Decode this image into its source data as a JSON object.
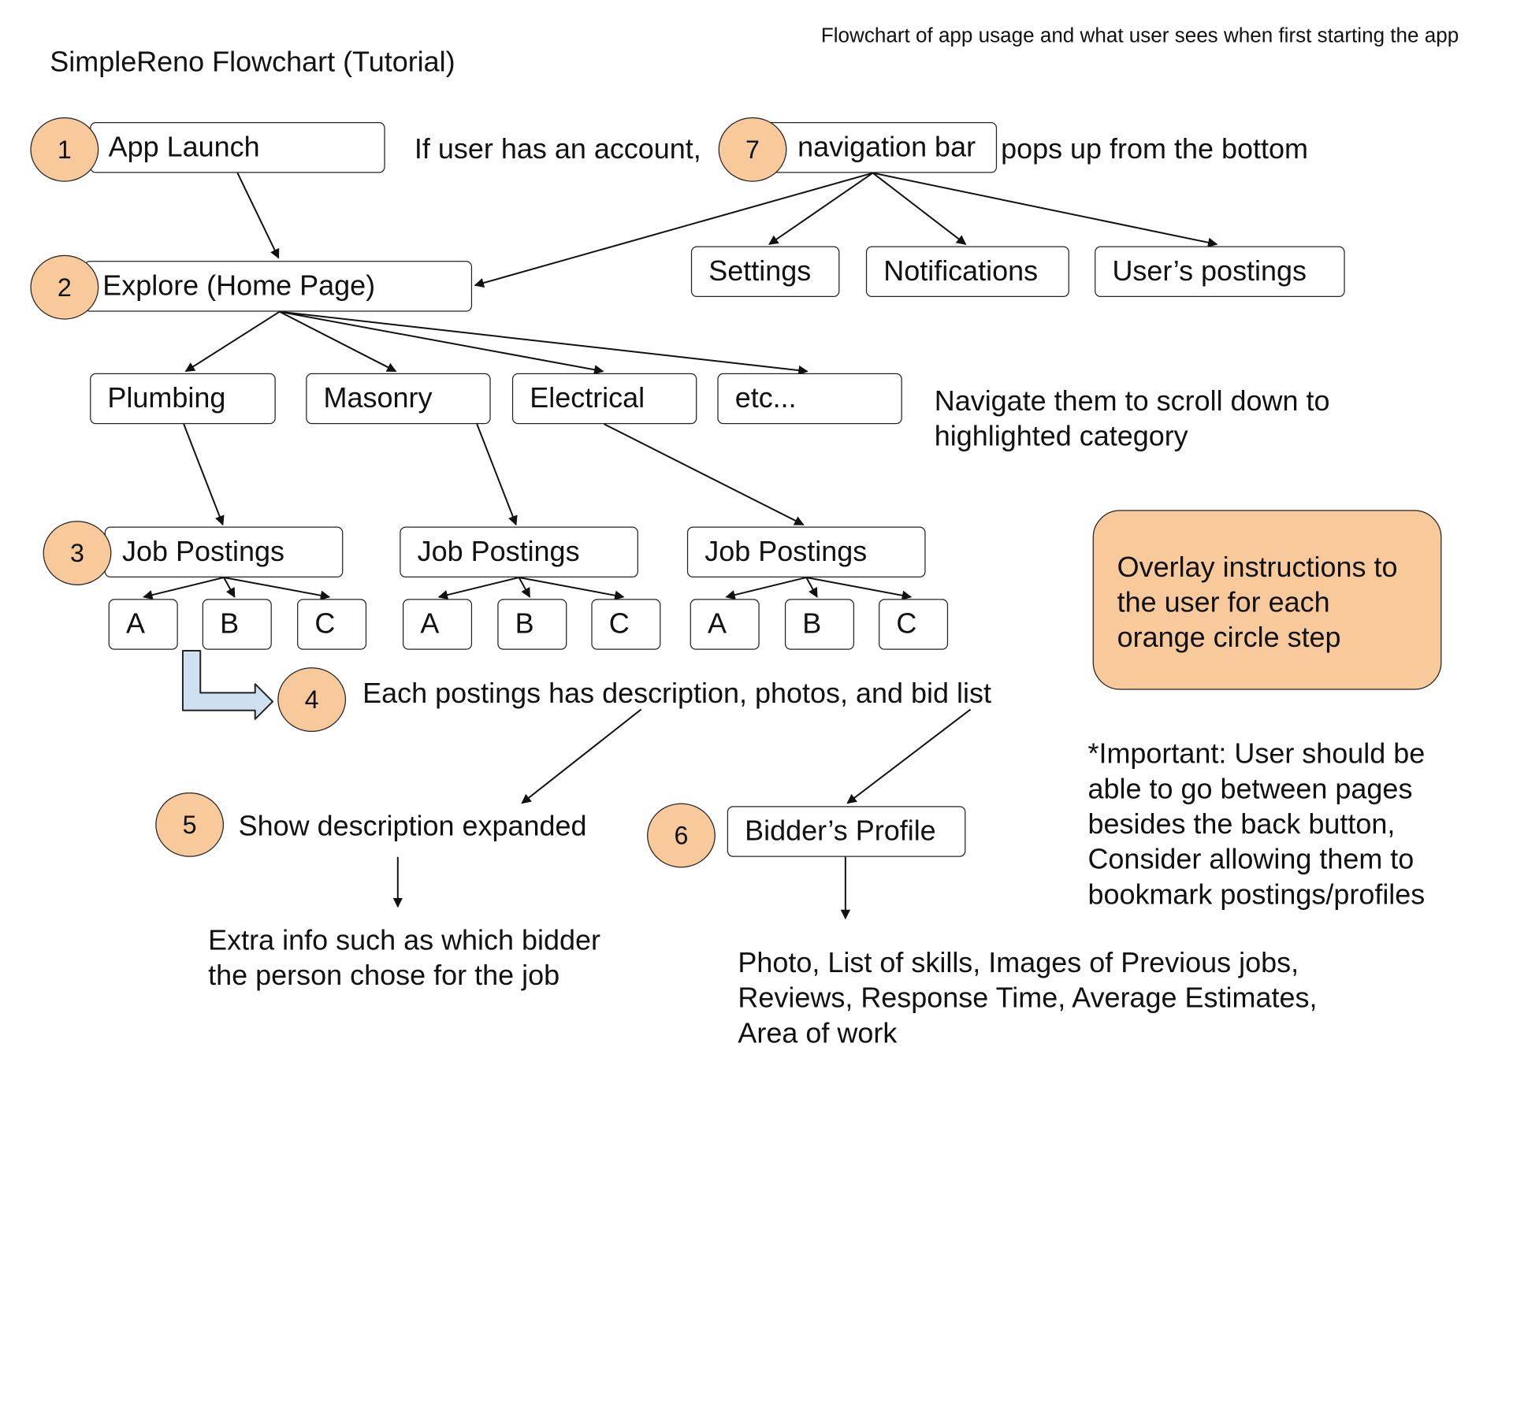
{
  "diagram": {
    "title": "SimpleReno Flowchart (Tutorial)",
    "subtitle": "Flowchart of app usage and what user sees when first starting the app",
    "steps": [
      "1",
      "2",
      "3",
      "4",
      "5",
      "6",
      "7"
    ],
    "nodes": {
      "app_launch": "App Launch",
      "explore": "Explore (Home Page)",
      "navigation_bar": "navigation bar",
      "settings": "Settings",
      "notifications": "Notifications",
      "users_postings": "User’s postings",
      "plumbing": "Plumbing",
      "masonry": "Masonry",
      "electrical": "Electrical",
      "etc": "etc...",
      "job_postings": "Job Postings",
      "sub_a": "A",
      "sub_b": "B",
      "sub_c": "C",
      "bidders_profile": "Bidder’s Profile"
    },
    "labels": {
      "if_account": "If user has an account,",
      "pops_up": "pops up from the bottom",
      "navigate_line1": "Navigate them to scroll down to",
      "navigate_line2": "highlighted category",
      "each_postings": "Each postings has description, photos, and bid list",
      "show_description": "Show description expanded",
      "extra_info_line1": "Extra info such as which bidder",
      "extra_info_line2": "the person chose for the job",
      "profile_info_line1": "Photo, List of skills, Images of Previous jobs,",
      "profile_info_line2": "Reviews, Response Time, Average Estimates,",
      "profile_info_line3": "Area of work"
    },
    "overlay_note": {
      "line1": "Overlay instructions to",
      "line2": "the user for each",
      "line3": "orange circle step"
    },
    "important_note": {
      "line1": "*Important: User should be",
      "line2": "able to go between pages",
      "line3": "besides the back button,",
      "line4": "Consider allowing them to",
      "line5": "bookmark postings/profiles"
    },
    "colors": {
      "step_circle": "#f8c99a",
      "overlay_box": "#f8c99a",
      "block_arrow": "#cfe0f1",
      "stroke": "#222222"
    }
  }
}
